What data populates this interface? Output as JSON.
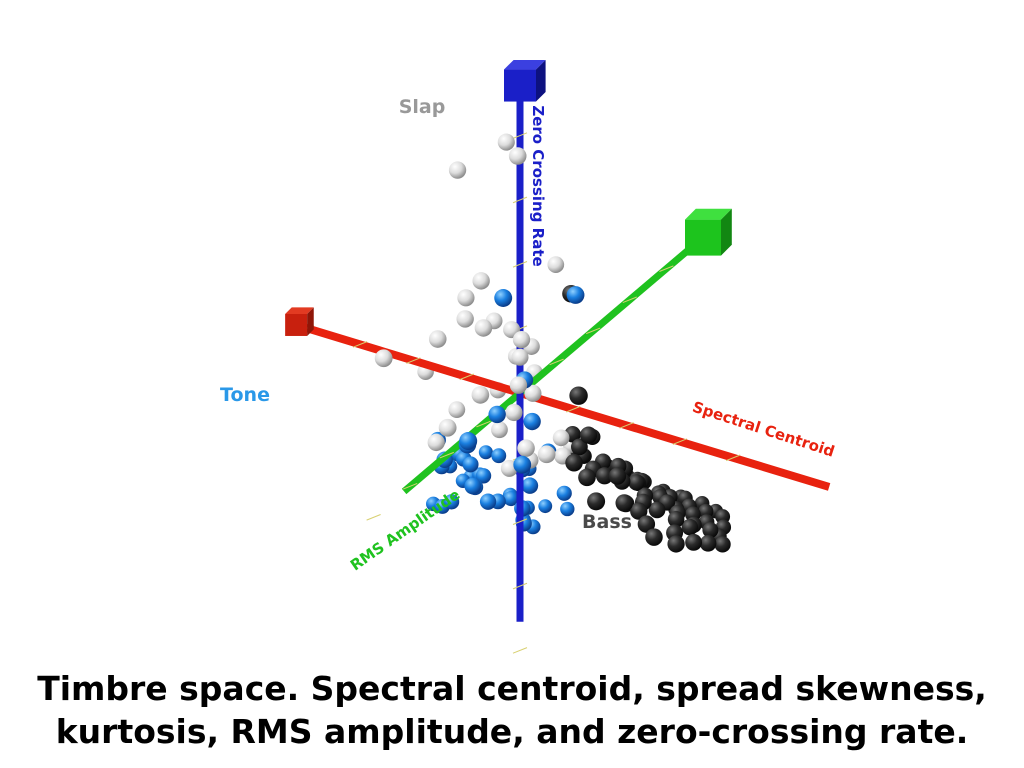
{
  "caption": {
    "line1": "Timbre space. Spectral centroid, spread skewness,",
    "line2": "kurtosis, RMS amplitude, and zero-crossing rate."
  },
  "chart_data": {
    "type": "scatter",
    "axes": {
      "x": {
        "label": "Spectral Centroid",
        "color": "#e8220f"
      },
      "y": {
        "label": "RMS Amplitude",
        "color": "#1fc21f"
      },
      "z": {
        "label": "Zero Crossing Rate",
        "color": "#1a1fc8"
      }
    },
    "grid": false,
    "series": [
      {
        "name": "Slap",
        "color": "#dcdcdc",
        "label_color": "#999999",
        "points": [
          [
            -0.2,
            0.1,
            3.5
          ],
          [
            0.3,
            0.6,
            3.6
          ],
          [
            -1.0,
            0.3,
            3.0
          ],
          [
            0.5,
            -0.3,
            1.8
          ],
          [
            -0.5,
            0.4,
            1.6
          ],
          [
            -0.9,
            0.2,
            1.2
          ],
          [
            -0.8,
            0.4,
            1.0
          ],
          [
            -0.4,
            0.5,
            1.0
          ],
          [
            -0.6,
            -0.2,
            0.8
          ],
          [
            -0.1,
            0.1,
            0.9
          ],
          [
            0.2,
            0.3,
            0.9
          ],
          [
            -1.2,
            0.6,
            0.7
          ],
          [
            0.1,
            -0.2,
            0.6
          ],
          [
            -2.1,
            0.8,
            0.3
          ],
          [
            -0.3,
            -0.4,
            0.3
          ],
          [
            0.0,
            0.0,
            0.5
          ],
          [
            0.2,
            0.4,
            0.3
          ],
          [
            0.3,
            0.1,
            0.1
          ],
          [
            0.1,
            -0.3,
            0.2
          ],
          [
            -0.4,
            0.6,
            0.1
          ],
          [
            0.0,
            0.2,
            -0.2
          ],
          [
            -0.7,
            -0.5,
            -0.3
          ],
          [
            -2.0,
            -0.4,
            -0.3
          ],
          [
            -1.3,
            -0.2,
            -0.6
          ],
          [
            -0.9,
            0.8,
            -0.4
          ],
          [
            -0.5,
            -0.2,
            -0.7
          ],
          [
            0.4,
            0.5,
            -0.5
          ],
          [
            0.9,
            0.7,
            -0.4
          ],
          [
            0.5,
            -0.8,
            -0.9
          ],
          [
            -0.2,
            0.0,
            -1.1
          ],
          [
            0.3,
            0.2,
            -0.8
          ],
          [
            0.6,
            -0.3,
            -0.6
          ],
          [
            0.8,
            0.0,
            -0.7
          ],
          [
            -1.4,
            0.3,
            -0.9
          ]
        ]
      },
      {
        "name": "Tone",
        "color": "#1a7fe0",
        "label_color": "#2a98e8",
        "points": [
          [
            -1.5,
            -1.0,
            -1.7
          ],
          [
            -1.3,
            -0.8,
            -1.9
          ],
          [
            -1.8,
            -1.3,
            -1.8
          ],
          [
            -1.0,
            -0.7,
            -2.0
          ],
          [
            -1.6,
            -1.6,
            -2.1
          ],
          [
            -2.1,
            -1.1,
            -1.9
          ],
          [
            -1.1,
            -1.2,
            -2.2
          ],
          [
            -1.9,
            -2.0,
            -2.3
          ],
          [
            -2.4,
            -2.2,
            -2.2
          ],
          [
            -1.2,
            -1.8,
            -2.4
          ],
          [
            -0.8,
            -1.5,
            -2.5
          ],
          [
            -2.2,
            -1.6,
            -2.6
          ],
          [
            -1.5,
            -2.3,
            -2.6
          ],
          [
            -0.9,
            -2.0,
            -2.8
          ],
          [
            -2.5,
            -2.5,
            -2.7
          ],
          [
            -1.4,
            -2.7,
            -2.9
          ],
          [
            -2.6,
            -2.0,
            -2.9
          ],
          [
            -2.8,
            -2.6,
            -2.6
          ],
          [
            -2.9,
            -3.0,
            -2.6
          ],
          [
            -0.5,
            -1.0,
            -2.3
          ],
          [
            -0.3,
            -0.6,
            -1.9
          ],
          [
            -1.7,
            -0.5,
            -1.5
          ],
          [
            -0.7,
            -1.3,
            -1.7
          ],
          [
            -2.0,
            -0.8,
            -1.4
          ],
          [
            -1.2,
            -2.4,
            -2.2
          ],
          [
            -0.6,
            -2.6,
            -2.7
          ],
          [
            -2.3,
            -2.9,
            -2.4
          ],
          [
            -2.7,
            -3.1,
            -2.9
          ],
          [
            -1.0,
            -0.2,
            -1.6
          ],
          [
            -0.2,
            -1.8,
            -2.1
          ],
          [
            -1.6,
            -2.1,
            -2.0
          ],
          [
            -0.4,
            1.0,
            -0.4
          ],
          [
            0.5,
            0.8,
            -0.6
          ],
          [
            0.2,
            0.9,
            1.7
          ],
          [
            1.5,
            0.8,
            2.0
          ],
          [
            0.2,
            0.2,
            0.3
          ],
          [
            -0.2,
            0.4,
            -0.2
          ],
          [
            0.3,
            -0.4,
            -0.9
          ],
          [
            0.4,
            0.3,
            -0.2
          ],
          [
            -0.7,
            0.5,
            -0.7
          ],
          [
            -3.0,
            -2.4,
            -3.1
          ],
          [
            -0.1,
            -0.5,
            -1.5
          ],
          [
            -1.3,
            -3.1,
            -3.0
          ]
        ]
      },
      {
        "name": "Bass",
        "color": "#2b2b2b",
        "label_color": "#4a4a4a",
        "points": [
          [
            1.3,
            0.5,
            -0.5
          ],
          [
            1.6,
            0.6,
            -0.6
          ],
          [
            1.3,
            0.6,
            1.9
          ],
          [
            1.9,
            1.4,
            0.9
          ],
          [
            1.4,
            0.2,
            -0.2
          ],
          [
            2.0,
            1.0,
            -0.7
          ],
          [
            1.0,
            -0.2,
            -0.6
          ],
          [
            1.2,
            -0.3,
            -0.9
          ],
          [
            1.7,
            0.2,
            -0.7
          ],
          [
            2.3,
            0.6,
            -0.8
          ],
          [
            0.9,
            -0.8,
            -0.7
          ],
          [
            0.7,
            -0.5,
            -0.6
          ],
          [
            1.8,
            -0.2,
            -0.9
          ],
          [
            1.5,
            -0.6,
            -0.9
          ],
          [
            1.1,
            -0.8,
            -1.0
          ],
          [
            2.1,
            0.2,
            -1.0
          ],
          [
            2.4,
            0.3,
            -1.0
          ],
          [
            0.6,
            -1.0,
            -1.1
          ],
          [
            1.4,
            -1.0,
            -1.1
          ],
          [
            1.9,
            -0.5,
            -1.0
          ],
          [
            2.2,
            -0.2,
            -1.1
          ],
          [
            2.6,
            0.4,
            -1.1
          ],
          [
            2.8,
            0.5,
            -1.2
          ],
          [
            1.0,
            -1.1,
            -1.2
          ],
          [
            1.7,
            -0.9,
            -1.2
          ],
          [
            2.0,
            -0.6,
            -1.2
          ],
          [
            2.4,
            -0.3,
            -1.2
          ],
          [
            0.4,
            -1.4,
            -1.3
          ],
          [
            1.2,
            -1.3,
            -1.3
          ],
          [
            1.6,
            -1.2,
            -1.3
          ],
          [
            2.3,
            -0.8,
            -1.3
          ],
          [
            2.7,
            -0.4,
            -1.3
          ],
          [
            2.9,
            0.0,
            -1.3
          ],
          [
            3.1,
            0.3,
            -1.3
          ],
          [
            0.8,
            -1.5,
            -1.4
          ],
          [
            1.4,
            -1.4,
            -1.4
          ],
          [
            2.0,
            -1.1,
            -1.4
          ],
          [
            2.5,
            -0.8,
            -1.4
          ],
          [
            2.9,
            -0.5,
            -1.4
          ],
          [
            3.2,
            -0.1,
            -1.4
          ],
          [
            0.6,
            -1.7,
            -1.5
          ],
          [
            1.1,
            -1.6,
            -1.5
          ],
          [
            1.8,
            -1.4,
            -1.5
          ],
          [
            2.3,
            -1.1,
            -1.5
          ],
          [
            2.8,
            -0.8,
            -1.5
          ],
          [
            3.3,
            -0.4,
            -1.5
          ],
          [
            1.3,
            -1.8,
            -1.6
          ],
          [
            1.9,
            -1.6,
            -1.6
          ],
          [
            2.5,
            -1.3,
            -1.6
          ],
          [
            3.0,
            -1.0,
            -1.6
          ],
          [
            1.6,
            -1.9,
            -1.7
          ],
          [
            2.2,
            -1.7,
            -1.7
          ],
          [
            2.7,
            -1.4,
            -1.7
          ],
          [
            3.1,
            -1.1,
            -1.7
          ],
          [
            1.9,
            -2.1,
            -1.8
          ],
          [
            2.4,
            -1.9,
            -1.8
          ],
          [
            2.9,
            -1.6,
            -1.8
          ],
          [
            2.1,
            -2.3,
            -1.9
          ],
          [
            2.6,
            -2.1,
            -1.9
          ],
          [
            0.3,
            -1.1,
            -1.2
          ],
          [
            2.3,
            -2.4,
            -2.0
          ],
          [
            1.7,
            -2.3,
            -1.9
          ],
          [
            3.4,
            -0.7,
            -1.6
          ],
          [
            2.0,
            0.3,
            -0.6
          ]
        ]
      }
    ]
  }
}
